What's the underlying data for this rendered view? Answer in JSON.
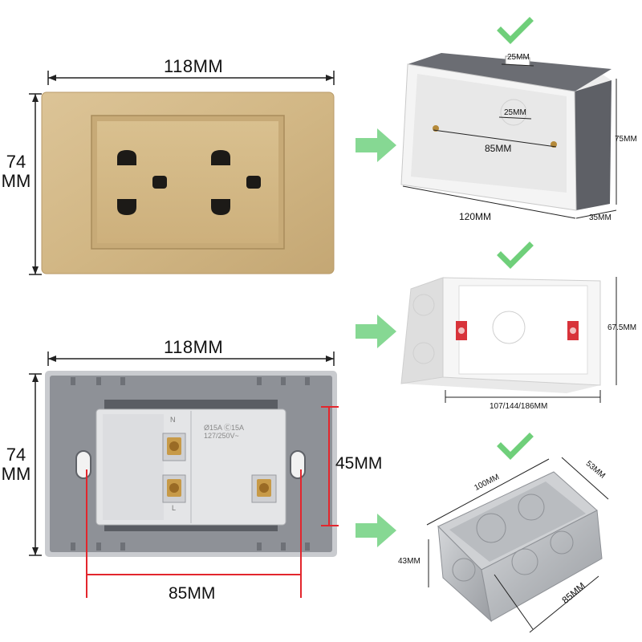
{
  "front_plate": {
    "width_label": "118MM",
    "height_label_top": "74",
    "height_label_bottom": "MM"
  },
  "back_plate": {
    "width_label": "118MM",
    "height_label_top": "74",
    "height_label_bottom": "MM",
    "mount_height_label": "45MM",
    "mount_width_label": "85MM",
    "module_markings": {
      "n_label": "N",
      "l_label": "L",
      "rating_line1": "Ø15A  Ⓒ15A",
      "rating_line2": "127/250V~"
    }
  },
  "box_plastic_gray": {
    "top_slot_label": "25MM",
    "inner_slot_label": "25MM",
    "hole_spacing_label": "85MM",
    "length_label": "120MM",
    "height_label": "75MM",
    "depth_label": "35MM"
  },
  "box_plastic_white": {
    "height_label": "67.5MM",
    "length_label": "107/144/186MM"
  },
  "box_metal": {
    "length_label": "100MM",
    "depth_label": "53MM",
    "height_label": "43MM",
    "hole_spacing_label": "85MM"
  },
  "colors": {
    "gold_plate": "#d6bc8a",
    "gold_plate_dark": "#bfa170",
    "arrow_green": "#7fd68e",
    "check_green": "#6fcf7a",
    "back_plate_gray": "#8d9096",
    "red_line": "#e3262d"
  },
  "icons": {
    "arrow": "right-arrow-icon",
    "check": "check-icon"
  }
}
